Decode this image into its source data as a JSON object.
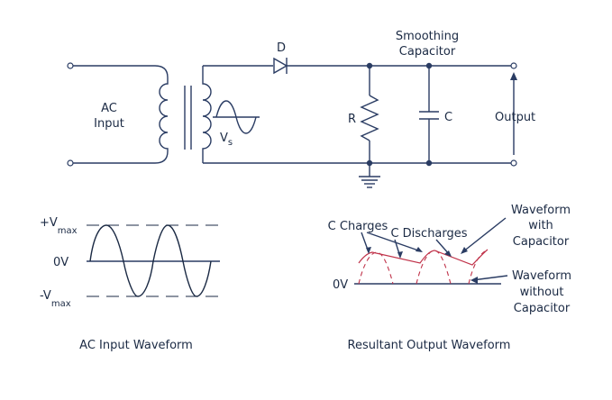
{
  "circuit": {
    "ac_input_label": [
      "AC",
      "Input"
    ],
    "vs_label": "V",
    "vs_subscript": "s",
    "diode_label": "D",
    "smoothing_capacitor_label": [
      "Smoothing",
      "Capacitor"
    ],
    "resistor_label": "R",
    "capacitor_label": "C",
    "output_label": "Output"
  },
  "input_waveform": {
    "plus_vmax_label": "+V",
    "plus_vmax_subscript": "max",
    "zero_label": "0V",
    "minus_vmax_label": "-V",
    "minus_vmax_subscript": "max",
    "caption": "AC Input Waveform"
  },
  "output_waveform": {
    "c_charges_label": "C Charges",
    "c_discharges_label": "C Discharges",
    "zero_label": "0V",
    "with_capacitor_label": [
      "Waveform",
      "with",
      "Capacitor"
    ],
    "without_capacitor_label": [
      "Waveform",
      "without",
      "Capacitor"
    ],
    "caption": "Resultant Output Waveform"
  },
  "colors": {
    "wire": "#2a3c63",
    "text": "#1b2a44",
    "rectified_wave": "#c0334a"
  }
}
